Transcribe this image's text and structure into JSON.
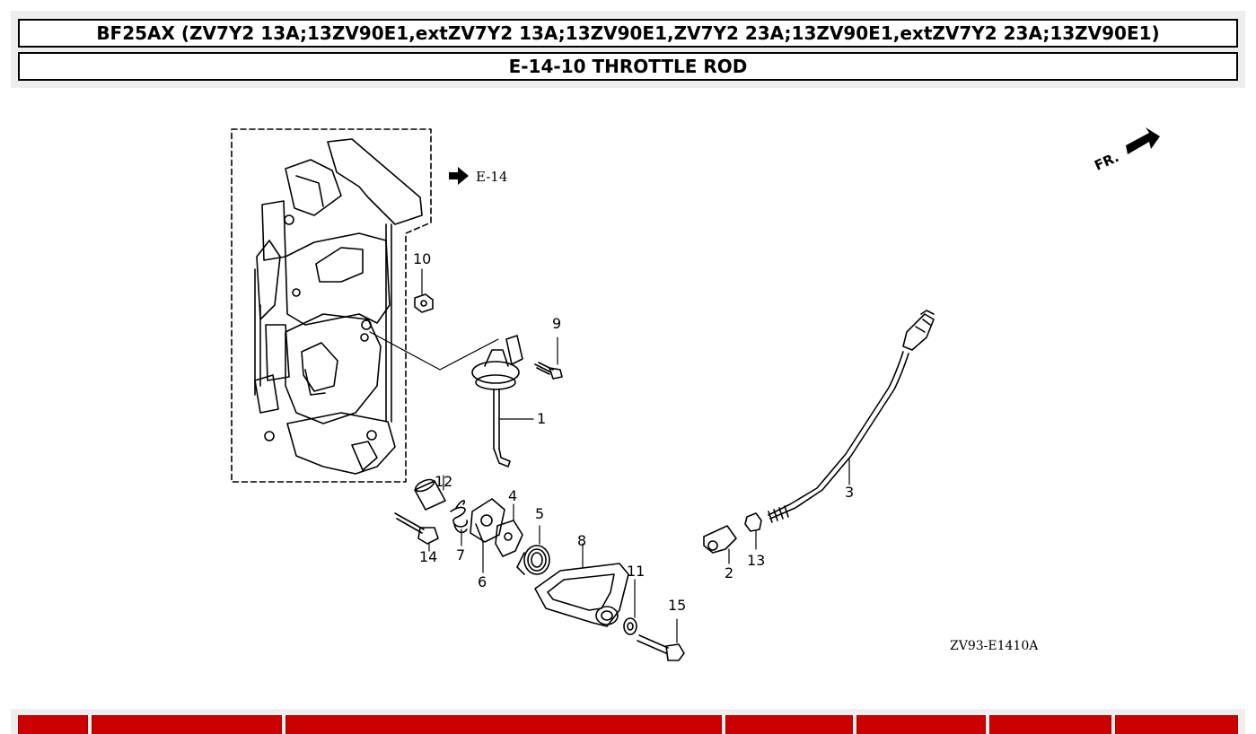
{
  "header": {
    "model_title": "BF25AX (ZV7Y2 13A;13ZV90E1,extZV7Y2 13A;13ZV90E1,ZV7Y2 23A;13ZV90E1,extZV7Y2 23A;13ZV90E1)",
    "section_title": "E-14-10 THROTTLE ROD"
  },
  "diagram": {
    "ref_arrow_label": "E-14",
    "front_label": "FR.",
    "diagram_code": "ZV93-E1410A",
    "callouts": [
      "1",
      "2",
      "3",
      "4",
      "5",
      "6",
      "7",
      "8",
      "9",
      "10",
      "11",
      "12",
      "13",
      "14",
      "15"
    ]
  },
  "colors": {
    "table_header": "#cc0000",
    "panel_bg": "#eeeeee",
    "line": "#000000"
  }
}
